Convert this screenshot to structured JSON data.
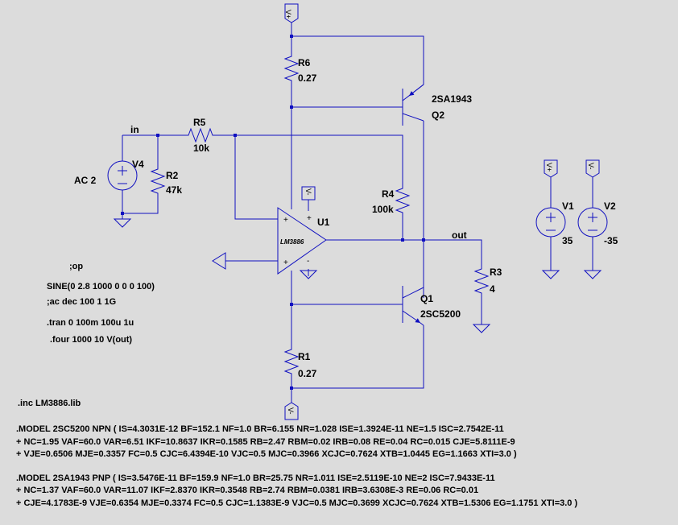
{
  "colors": {
    "background": "#dcdcdc",
    "wire": "#1010c0",
    "text": "#000000"
  },
  "nets": {
    "in": "in",
    "out": "out"
  },
  "flags": {
    "vplus": "V+",
    "vminus": "V-"
  },
  "components": {
    "R6": {
      "name": "R6",
      "value": "0.27"
    },
    "R5": {
      "name": "R5",
      "value": "10k"
    },
    "R2": {
      "name": "R2",
      "value": "47k"
    },
    "R4": {
      "name": "R4",
      "value": "100k"
    },
    "R1": {
      "name": "R1",
      "value": "0.27"
    },
    "R3": {
      "name": "R3",
      "value": "4"
    },
    "V4": {
      "name": "V4",
      "value": "AC 2"
    },
    "V1": {
      "name": "V1",
      "value": "35"
    },
    "V2": {
      "name": "V2",
      "value": "-35"
    },
    "U1": {
      "name": "U1",
      "value": "LM3886"
    },
    "Q1": {
      "name": "Q1",
      "value": "2SC5200"
    },
    "Q2": {
      "name": "Q2",
      "value": "2SA1943"
    }
  },
  "directives": [
    ";op",
    "SINE(0 2.8 1000 0 0 0 100)",
    ";ac dec 100 1 1G",
    ".tran 0 100m 100u 1u",
    ".four 1000 10 V(out)",
    ".inc LM3886.lib"
  ],
  "models": [
    ".MODEL 2SC5200 NPN ( IS=4.3031E-12 BF=152.1 NF=1.0 BR=6.155 NR=1.028 ISE=1.3924E-11 NE=1.5 ISC=2.7542E-11",
    "+ NC=1.95 VAF=60.0 VAR=6.51 IKF=10.8637 IKR=0.1585 RB=2.47 RBM=0.02 IRB=0.08 RE=0.04 RC=0.015 CJE=5.8111E-9",
    "+ VJE=0.6506 MJE=0.3357 FC=0.5 CJC=6.4394E-10 VJC=0.5 MJC=0.3966 XCJC=0.7624 XTB=1.0445 EG=1.1663 XTI=3.0 )",
    ".MODEL 2SA1943 PNP ( IS=3.5476E-11 BF=159.9 NF=1.0 BR=25.75 NR=1.011 ISE=2.5119E-10 NE=2 ISC=7.9433E-11",
    "+ NC=1.37 VAF=60.0 VAR=11.07 IKF=2.8370 IKR=0.3548 RB=2.74 RBM=0.0381 IRB=3.6308E-3 RE=0.06 RC=0.01",
    "+ CJE=4.1783E-9 VJE=0.6354 MJE=0.3374 FC=0.5 CJC=1.1383E-9 VJC=0.5 MJC=0.3699 XCJC=0.7624 XTB=1.5306 EG=1.1751 XTI=3.0 )"
  ]
}
